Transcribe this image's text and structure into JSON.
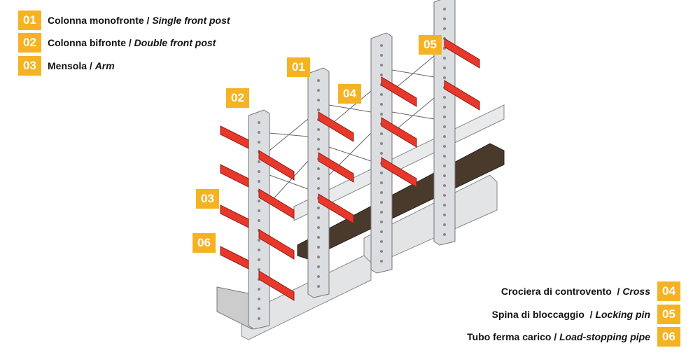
{
  "legend_left": [
    {
      "num": "01",
      "it": "Colonna monofronte",
      "en": "Single front post"
    },
    {
      "num": "02",
      "it": "Colonna bifronte",
      "en": "Double front post"
    },
    {
      "num": "03",
      "it": "Mensola",
      "en": "Arm"
    }
  ],
  "legend_right": [
    {
      "num": "04",
      "it": "Crociera di controvento",
      "en": "Cross"
    },
    {
      "num": "05",
      "it": "Spina di bloccaggio",
      "en": "Locking pin"
    },
    {
      "num": "06",
      "it": "Tubo ferma carico",
      "en": "Load-stopping pipe"
    }
  ],
  "callouts": [
    "01",
    "02",
    "03",
    "04",
    "05",
    "06"
  ],
  "colors": {
    "badge": "#F5B323",
    "arm": "#E8382B",
    "post": "#DCDDE0",
    "wood": "#4A3A2C"
  }
}
